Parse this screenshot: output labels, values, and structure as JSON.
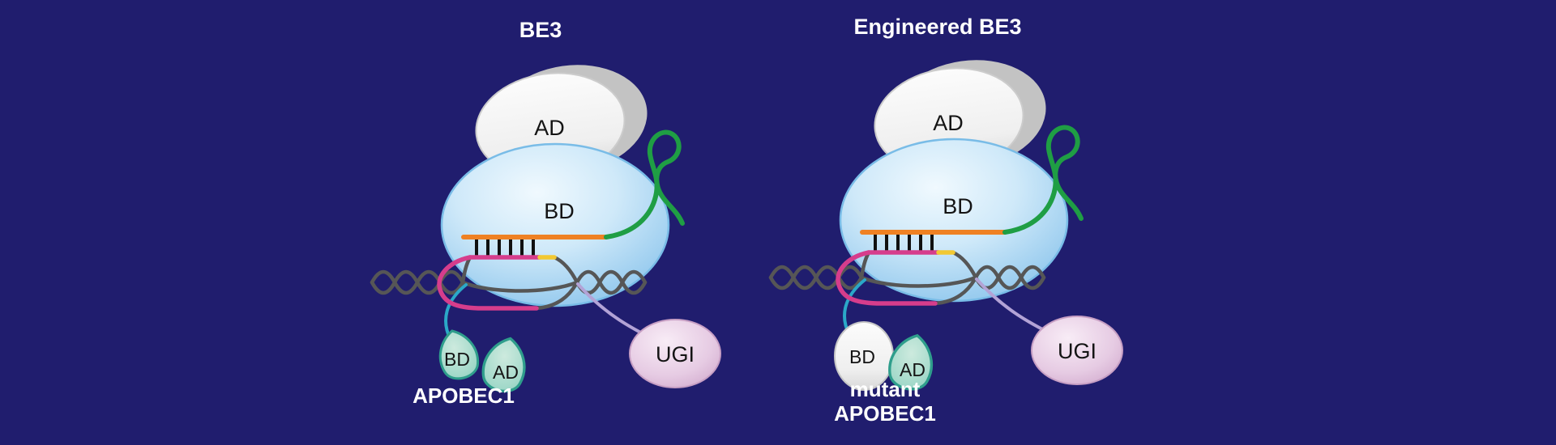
{
  "panels": [
    {
      "title": "BE3",
      "cas9_ad_label": "AD",
      "cas9_bd_label": "BD",
      "apobec_bd_label": "BD",
      "apobec_ad_label": "AD",
      "caption_line1": "APOBEC1",
      "caption_line2": "",
      "ugi_label": "UGI"
    },
    {
      "title": "Engineered BE3",
      "cas9_ad_label": "AD",
      "cas9_bd_label": "BD",
      "apobec_bd_label": "BD",
      "apobec_ad_label": "AD",
      "caption_line1": "mutant",
      "caption_line2": "APOBEC1",
      "ugi_label": "UGI"
    }
  ],
  "colors": {
    "background": "#201d6e",
    "cas9_bd_fill": "#aed8f3",
    "cas9_ad_fill": "#ededed",
    "sgrna_green": "#1f9e44",
    "rna_spacer_orange": "#ef8123",
    "target_strand_pink": "#d63d8c",
    "pam_yellow": "#f2c832",
    "dna_gray": "#565656",
    "apobec_teal": "#9fd6c8",
    "linker_cyan": "#2ba8c8",
    "linker_lavender": "#b3a3d6",
    "ugi_fill": "#e3c6e0"
  }
}
